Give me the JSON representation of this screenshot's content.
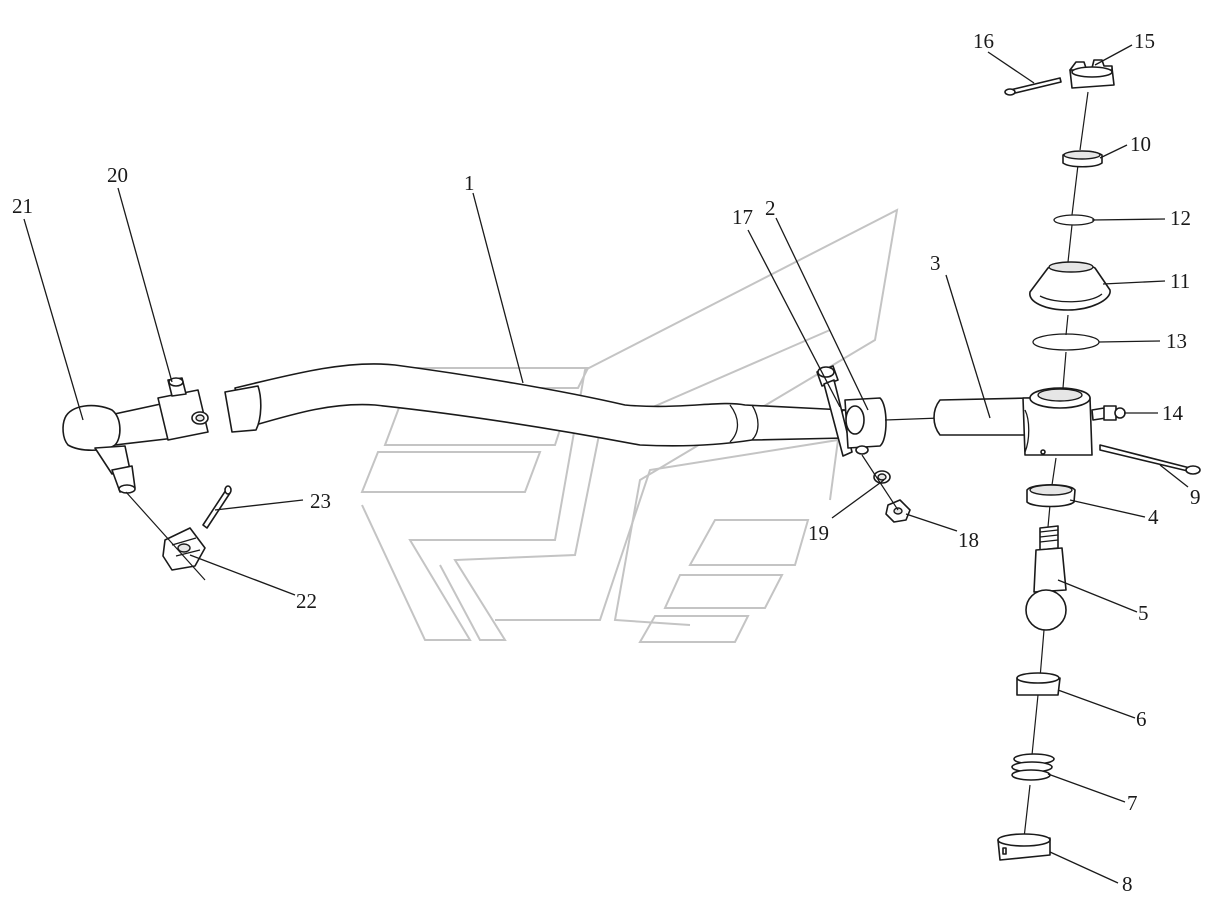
{
  "diagram": {
    "colors": {
      "line": "#1a1a1a",
      "watermark": "#c4c4c4",
      "background": "#ffffff"
    },
    "callouts": {
      "c1": "1",
      "c2": "2",
      "c3": "3",
      "c4": "4",
      "c5": "5",
      "c6": "6",
      "c7": "7",
      "c8": "8",
      "c9": "9",
      "c10": "10",
      "c11": "11",
      "c12": "12",
      "c13": "13",
      "c14": "14",
      "c15": "15",
      "c16": "16",
      "c17": "17",
      "c18": "18",
      "c19": "19",
      "c20": "20",
      "c21": "21",
      "c22": "22",
      "c23": "23"
    }
  }
}
